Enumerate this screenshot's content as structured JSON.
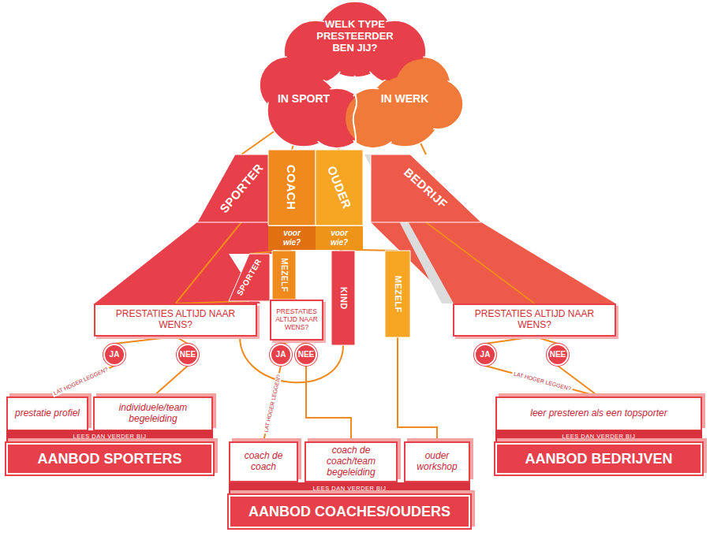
{
  "diagram": {
    "nodes": [
      {
        "text": [
          "WELK TYPE PRESTEERDER BEN JIJ?"
        ]
      },
      {
        "text": [
          "IN SPORT"
        ],
        "in": 0
      },
      {
        "text": [
          "IN WERK"
        ],
        "in": 0
      },
      {
        "text": [
          "SPORTER"
        ]
      },
      {
        "text": [
          "COACH"
        ]
      },
      {
        "text": [
          "OUDER"
        ]
      },
      {
        "text": [
          "BEDRIJF"
        ]
      },
      {
        "text": [
          "voor wie?"
        ]
      },
      {
        "text": [
          "voor wie?"
        ]
      },
      {
        "text": [
          "SPORTER"
        ]
      },
      {
        "text": [
          "MEZELF"
        ]
      },
      {
        "text": [
          "KIND"
        ]
      },
      {
        "text": [
          "MEZELF"
        ]
      },
      {
        "text": [
          "PRESTATIES ALTIJD NAAR WENS?"
        ]
      },
      {
        "text": [
          "PRESTATIES ALTIJD NAAR WENS?"
        ]
      },
      {
        "text": [
          "PRESTATIES ALTIJD NAAR WENS?"
        ]
      },
      {
        "text": [
          "JA"
        ]
      },
      {
        "text": [
          "NEE"
        ]
      },
      {
        "text": [
          "JA"
        ]
      },
      {
        "text": [
          "NEE"
        ]
      },
      {
        "text": [
          "JA"
        ]
      },
      {
        "text": [
          "NEE"
        ]
      },
      {
        "text": [
          "prestatie profiel"
        ]
      },
      {
        "text": [
          "individuele/team begeleiding"
        ]
      },
      {
        "text": [
          "LEES DAN VERDER BIJ"
        ]
      },
      {
        "text": [
          "AANBOD SPORTERS"
        ]
      },
      {
        "text": [
          "coach de coach"
        ]
      },
      {
        "text": [
          "coach de coach/team begeleiding"
        ]
      },
      {
        "text": [
          "ouder workshop"
        ]
      },
      {
        "text": [
          "LEES DAN VERDER BIJ"
        ]
      },
      {
        "text": [
          "AANBOD COACHES/OUDERS"
        ]
      },
      {
        "text": [
          "leer presteren als een topsporter"
        ]
      },
      {
        "text": [
          "LEES DAN VERDER BIJ"
        ]
      },
      {
        "text": [
          "AANBOD BEDRIJVEN"
        ]
      }
    ],
    "edges": [
      {
        "from": 1,
        "to": 3,
        "arrow": "none"
      },
      {
        "from": 1,
        "to": 4,
        "arrow": "none"
      },
      {
        "from": 1,
        "to": 5,
        "arrow": "none"
      },
      {
        "from": 2,
        "to": 6,
        "arrow": "none"
      },
      {
        "from": 4,
        "to": 7,
        "arrow": "none"
      },
      {
        "from": 5,
        "to": 8,
        "arrow": "none"
      },
      {
        "from": 7,
        "to": 9,
        "arrow": "none"
      },
      {
        "from": 7,
        "to": 10,
        "arrow": "none"
      },
      {
        "from": 8,
        "to": 11,
        "arrow": "none"
      },
      {
        "from": 8,
        "to": 12,
        "arrow": "none"
      },
      {
        "from": 3,
        "to": 13,
        "arrow": "none"
      },
      {
        "from": 9,
        "to": 13,
        "arrow": "none"
      },
      {
        "from": 10,
        "to": 14,
        "arrow": "none"
      },
      {
        "from": 6,
        "to": 15,
        "arrow": "none"
      },
      {
        "from": 11,
        "to": 13,
        "arrow": "none"
      },
      {
        "from": 12,
        "to": 28,
        "arrow": "none"
      },
      {
        "from": 13,
        "to": 16,
        "arrow": "none"
      },
      {
        "from": 13,
        "to": 17,
        "arrow": "none"
      },
      {
        "from": 14,
        "to": 18,
        "arrow": "none"
      },
      {
        "from": 14,
        "to": 19,
        "arrow": "none"
      },
      {
        "from": 15,
        "to": 20,
        "arrow": "none"
      },
      {
        "from": 15,
        "to": 21,
        "arrow": "none"
      },
      {
        "from": 16,
        "to": 22,
        "label": "LAT HOGER LEGGEN?",
        "arrow": "none"
      },
      {
        "from": 17,
        "to": 23,
        "arrow": "none"
      },
      {
        "from": 18,
        "to": 26,
        "label": "LAT HOGER LEGGEN?",
        "arrow": "none"
      },
      {
        "from": 19,
        "to": 27,
        "arrow": "none"
      },
      {
        "from": 20,
        "to": 31,
        "label": "LAT HOGER LEGGEN?",
        "arrow": "none"
      },
      {
        "from": 21,
        "to": 31,
        "arrow": "none"
      }
    ]
  }
}
